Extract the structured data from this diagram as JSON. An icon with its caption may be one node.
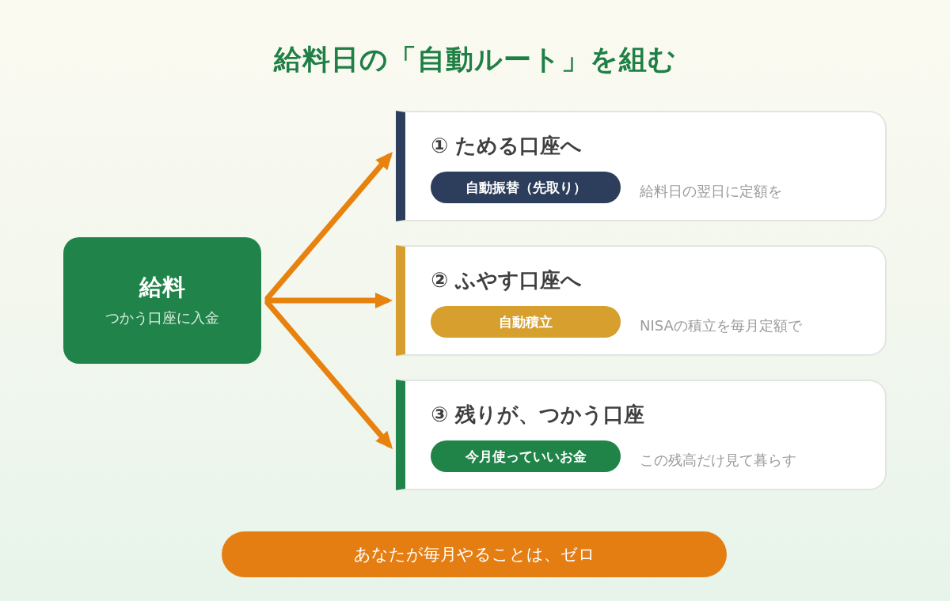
{
  "diagram": {
    "title": "給料日の「自動ルート」を組む",
    "nodes": [
      {
        "text": [
          "給料",
          "つかう口座に入金"
        ]
      },
      {
        "text": [
          "① ためる口座へ",
          "給料日の翌日に定額を"
        ]
      },
      {
        "text": [
          "自動振替（先取り）"
        ],
        "in": 1
      },
      {
        "text": [
          "② ふやす口座へ",
          "NISAの積立を毎月定額で"
        ]
      },
      {
        "text": [
          "自動積立"
        ],
        "in": 3
      },
      {
        "text": [
          "③ 残りが、つかう口座",
          "この残高だけ見て暮らす"
        ]
      },
      {
        "text": [
          "今月使っていいお金"
        ],
        "in": 5
      },
      {
        "text": [
          "あなたが毎月やることは、ゼロ"
        ]
      }
    ],
    "edges": [
      {
        "from": 0,
        "to": 1,
        "arrow": "to"
      },
      {
        "from": 0,
        "to": 3,
        "arrow": "to"
      },
      {
        "from": 0,
        "to": 5,
        "arrow": "to"
      }
    ]
  }
}
